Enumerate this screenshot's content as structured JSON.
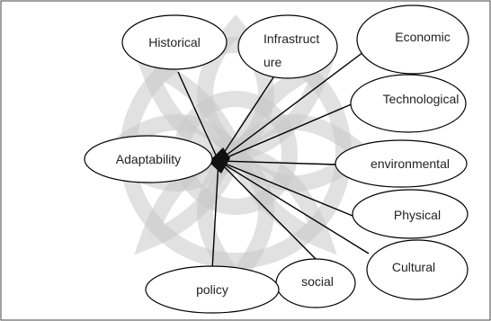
{
  "diagram": {
    "nodes": {
      "historical": "Historical",
      "infrastructure_line1": "Infrastruct",
      "infrastructure_line2": "ure",
      "economic": "Economic",
      "technological": "Technological",
      "adaptability": "Adaptability",
      "environmental": "environmental",
      "physical": "Physical",
      "cultural": "Cultural",
      "social": "social",
      "policy": "policy"
    }
  }
}
